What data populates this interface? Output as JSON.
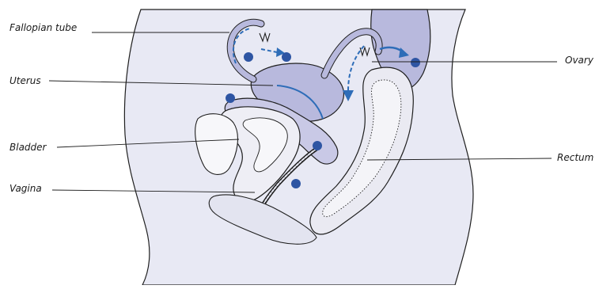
{
  "labels": {
    "fallopian_tube": "Fallopian tube",
    "uterus": "Uterus",
    "bladder": "Bladder",
    "vagina": "Vagina",
    "ovary": "Ovary",
    "rectum": "Rectum"
  },
  "colors": {
    "body_fill": "#e8e9f4",
    "organ_purple": "#b8b9dd",
    "organ_light": "#efeff6",
    "dot_blue": "#2e55a3",
    "arrow_blue": "#2e6db8",
    "outline": "#1f1f1f"
  }
}
